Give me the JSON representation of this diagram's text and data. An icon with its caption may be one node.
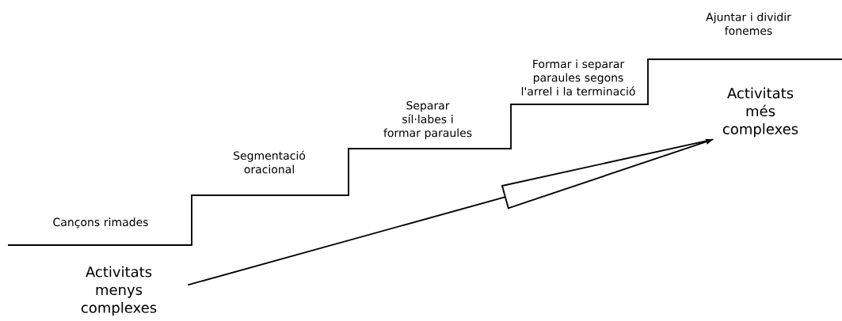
{
  "diagram": {
    "nodes": [
      {
        "text": [
          "Activitats menys complexes"
        ]
      },
      {
        "text": [
          "Activitats més complexes"
        ]
      }
    ],
    "edges": [
      {
        "from": 0,
        "to": 1,
        "arrow": "to"
      }
    ],
    "labels": [
      "Ajuntar i dividir fonemes",
      "Formar i separar paraules segons l'arrel i la terminació",
      "Separar síl·labes i formar paraules",
      "Segmentació oracional",
      "Cançons rimades"
    ]
  }
}
